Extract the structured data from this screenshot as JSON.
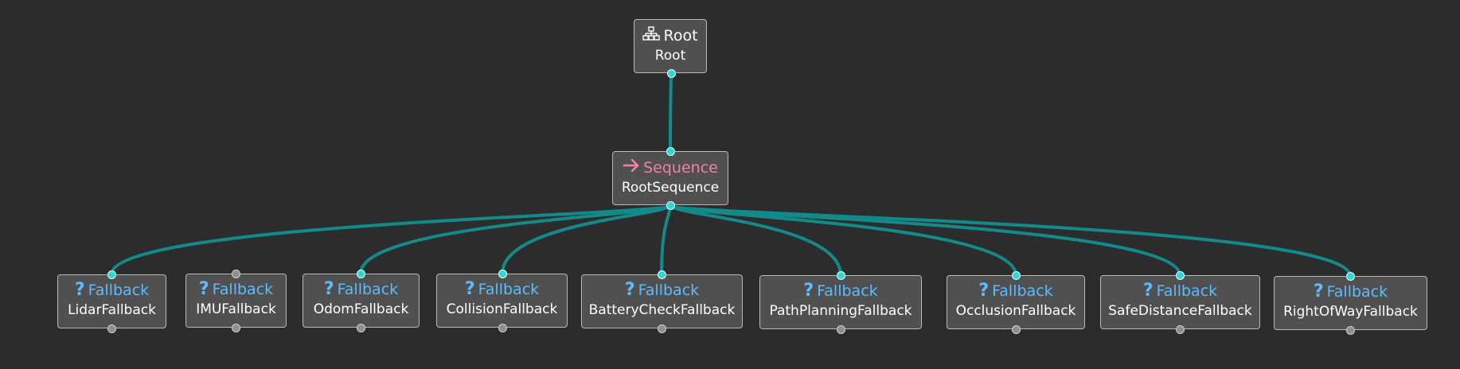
{
  "colors": {
    "background": "#2c2c2c",
    "node_fill": "#505050",
    "node_border": "#b9b9b9",
    "edge": "#138a8a",
    "port_active": "#33d6d6",
    "port_idle": "#8f8f8f",
    "root_type": "#ffffff",
    "sequence_type": "#f57fa5",
    "fallback_type": "#5cbcff"
  },
  "nodes": [
    {
      "id": "root",
      "type": "Root",
      "name": "Root",
      "icon": "hierarchy-icon"
    },
    {
      "id": "root-sequence",
      "type": "Sequence",
      "name": "RootSequence",
      "icon": "arrow-right-icon"
    },
    {
      "id": "lidar",
      "type": "Fallback",
      "name": "LidarFallback",
      "icon": "question-icon"
    },
    {
      "id": "imu",
      "type": "Fallback",
      "name": "IMUFallback",
      "icon": "question-icon"
    },
    {
      "id": "odom",
      "type": "Fallback",
      "name": "OdomFallback",
      "icon": "question-icon"
    },
    {
      "id": "collision",
      "type": "Fallback",
      "name": "CollisionFallback",
      "icon": "question-icon"
    },
    {
      "id": "battery",
      "type": "Fallback",
      "name": "BatteryCheckFallback",
      "icon": "question-icon"
    },
    {
      "id": "pathplanning",
      "type": "Fallback",
      "name": "PathPlanningFallback",
      "icon": "question-icon"
    },
    {
      "id": "occlusion",
      "type": "Fallback",
      "name": "OcclusionFallback",
      "icon": "question-icon"
    },
    {
      "id": "safedistance",
      "type": "Fallback",
      "name": "SafeDistanceFallback",
      "icon": "question-icon"
    },
    {
      "id": "rightofway",
      "type": "Fallback",
      "name": "RightOfWayFallback",
      "icon": "question-icon"
    }
  ],
  "edges": [
    {
      "from": "root",
      "to": "root-sequence"
    },
    {
      "from": "root-sequence",
      "to": "lidar"
    },
    {
      "from": "root-sequence",
      "to": "odom"
    },
    {
      "from": "root-sequence",
      "to": "collision"
    },
    {
      "from": "root-sequence",
      "to": "battery"
    },
    {
      "from": "root-sequence",
      "to": "pathplanning"
    },
    {
      "from": "root-sequence",
      "to": "occlusion"
    },
    {
      "from": "root-sequence",
      "to": "safedistance"
    },
    {
      "from": "root-sequence",
      "to": "rightofway"
    }
  ]
}
